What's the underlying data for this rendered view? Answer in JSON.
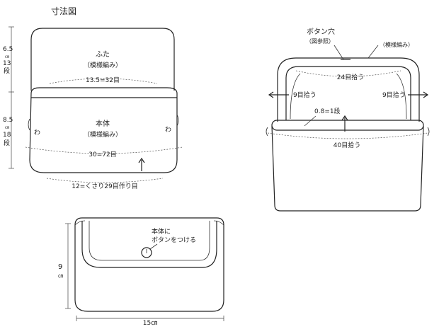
{
  "title": "寸法図",
  "figure1": {
    "flap_label": "ふた",
    "flap_stitch": "（模様編み）",
    "flap_width": "13.5=32目",
    "body_label": "本体",
    "body_stitch": "（模様編み）",
    "body_width": "30=72目",
    "base_chain": "12=くさり29目作り目",
    "side_mark_left": "わ",
    "side_mark_right": "わ",
    "flap_height_value": "6.5",
    "flap_height_unit": "㎝",
    "flap_height_rows": "13",
    "flap_height_rows_unit": "段",
    "body_height_value": "8.5",
    "body_height_unit": "㎝",
    "body_height_rows": "18",
    "body_height_rows_unit": "段"
  },
  "figure2": {
    "buttonhole_label": "ボタン穴",
    "buttonhole_ref": "（図参照）",
    "handle_stitch": "（模様編み）",
    "top_pickup": "24目拾う",
    "left_pickup": "9目拾う",
    "right_pickup": "9目拾う",
    "handle_height": "0.8=1段",
    "bottom_pickup": "40目拾う"
  },
  "figure3": {
    "button_note_line1": "本体に",
    "button_note_line2": "ボタンをつける",
    "height_value": "9",
    "height_unit": "㎝",
    "width_label": "15㎝"
  }
}
